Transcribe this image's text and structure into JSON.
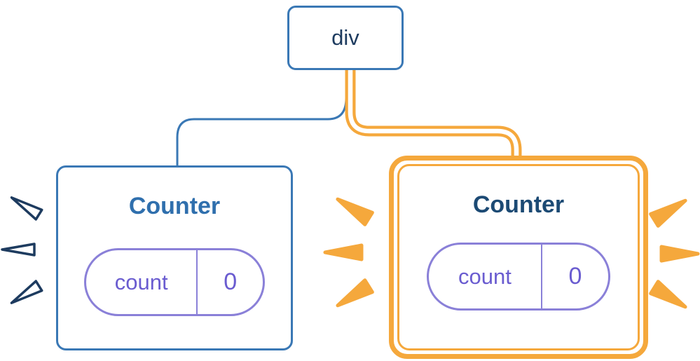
{
  "tree": {
    "root": {
      "label": "div"
    }
  },
  "counters": [
    {
      "title": "Counter",
      "state": {
        "key": "count",
        "value": "0"
      },
      "highlighted": false
    },
    {
      "title": "Counter",
      "state": {
        "key": "count",
        "value": "0"
      },
      "highlighted": true
    }
  ],
  "icons": {
    "left_sparkles": "sparkle-burst-muted",
    "right_sparkles": "sparkle-burst-active"
  },
  "colors": {
    "node_border_blue": "#3A78B5",
    "node_text_navy": "#1D3B5F",
    "title_blue": "#2F6FAD",
    "title_navy_bold": "#1C4A74",
    "pill_text_purple": "#6A5CD0",
    "pill_border_purple": "#8A80D8",
    "highlight_orange": "#F5A83C",
    "background": "#FFFFFF"
  }
}
